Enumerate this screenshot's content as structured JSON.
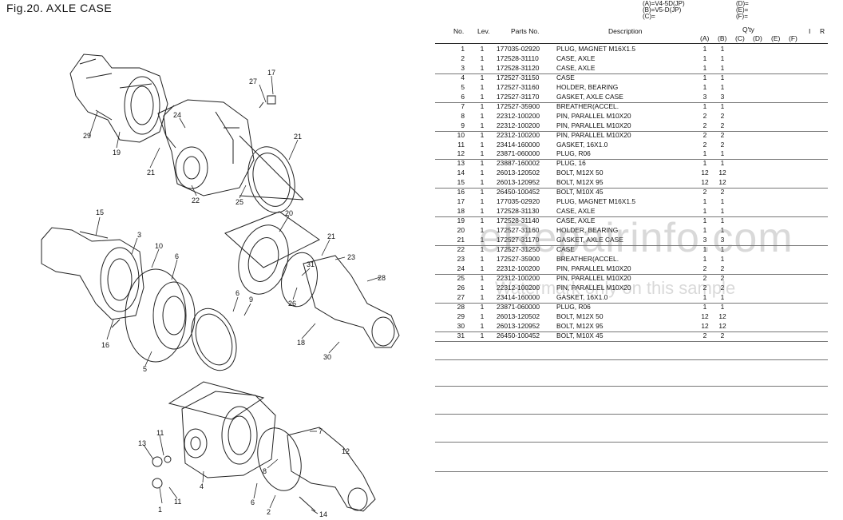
{
  "figure_title": "Fig.20.  AXLE CASE",
  "legend": {
    "left": [
      "(A)=V4-5D(JP)",
      "(B)=V5-D(JP)",
      "(C)="
    ],
    "right": [
      "(D)=",
      "(E)=",
      "(F)="
    ]
  },
  "columns": {
    "no": "No.",
    "lev": "Lev.",
    "parts_no": "Parts No.",
    "description": "Description",
    "qty": "Q'ty",
    "i": "I",
    "r": "R",
    "qty_cols": [
      "(A)",
      "(B)",
      "(C)",
      "(D)",
      "(E)",
      "(F)"
    ]
  },
  "parts": [
    {
      "no": "1",
      "lev": "1",
      "part": "177035-02920",
      "desc": "PLUG, MAGNET M16X1.5",
      "a": "1",
      "b": "1"
    },
    {
      "no": "2",
      "lev": "1",
      "part": "172528-31110",
      "desc": "CASE, AXLE",
      "a": "1",
      "b": "1"
    },
    {
      "no": "3",
      "lev": "1",
      "part": "172528-31120",
      "desc": "CASE, AXLE",
      "a": "1",
      "b": "1"
    },
    {
      "no": "4",
      "lev": "1",
      "part": "172527-31150",
      "desc": "CASE",
      "a": "1",
      "b": "1"
    },
    {
      "no": "5",
      "lev": "1",
      "part": "172527-31160",
      "desc": "HOLDER, BEARING",
      "a": "1",
      "b": "1"
    },
    {
      "no": "6",
      "lev": "1",
      "part": "172527-31170",
      "desc": "GASKET, AXLE CASE",
      "a": "3",
      "b": "3"
    },
    {
      "no": "7",
      "lev": "1",
      "part": "172527-35900",
      "desc": "BREATHER(ACCEL.",
      "a": "1",
      "b": "1"
    },
    {
      "no": "8",
      "lev": "1",
      "part": "22312-100200",
      "desc": "PIN, PARALLEL M10X20",
      "a": "2",
      "b": "2"
    },
    {
      "no": "9",
      "lev": "1",
      "part": "22312-100200",
      "desc": "PIN, PARALLEL M10X20",
      "a": "2",
      "b": "2"
    },
    {
      "no": "10",
      "lev": "1",
      "part": "22312-100200",
      "desc": "PIN, PARALLEL M10X20",
      "a": "2",
      "b": "2"
    },
    {
      "no": "11",
      "lev": "1",
      "part": "23414-160000",
      "desc": "GASKET, 16X1.0",
      "a": "2",
      "b": "2"
    },
    {
      "no": "12",
      "lev": "1",
      "part": "23871-060000",
      "desc": "PLUG, R06",
      "a": "1",
      "b": "1"
    },
    {
      "no": "13",
      "lev": "1",
      "part": "23887-160002",
      "desc": "PLUG, 16",
      "a": "1",
      "b": "1"
    },
    {
      "no": "14",
      "lev": "1",
      "part": "26013-120502",
      "desc": "BOLT, M12X 50",
      "a": "12",
      "b": "12"
    },
    {
      "no": "15",
      "lev": "1",
      "part": "26013-120952",
      "desc": "BOLT, M12X 95",
      "a": "12",
      "b": "12"
    },
    {
      "no": "16",
      "lev": "1",
      "part": "26450-100452",
      "desc": "BOLT, M10X 45",
      "a": "2",
      "b": "2"
    },
    {
      "no": "17",
      "lev": "1",
      "part": "177035-02920",
      "desc": "PLUG, MAGNET M16X1.5",
      "a": "1",
      "b": "1"
    },
    {
      "no": "18",
      "lev": "1",
      "part": "172528-31130",
      "desc": "CASE, AXLE",
      "a": "1",
      "b": "1"
    },
    {
      "no": "19",
      "lev": "1",
      "part": "172528-31140",
      "desc": "CASE, AXLE",
      "a": "1",
      "b": "1"
    },
    {
      "no": "20",
      "lev": "1",
      "part": "172527-31160",
      "desc": "HOLDER, BEARING",
      "a": "1",
      "b": "1"
    },
    {
      "no": "21",
      "lev": "1",
      "part": "172527-31170",
      "desc": "GASKET, AXLE CASE",
      "a": "3",
      "b": "3"
    },
    {
      "no": "22",
      "lev": "1",
      "part": "172527-31250",
      "desc": "CASE",
      "a": "1",
      "b": "1"
    },
    {
      "no": "23",
      "lev": "1",
      "part": "172527-35900",
      "desc": "BREATHER(ACCEL.",
      "a": "1",
      "b": "1"
    },
    {
      "no": "24",
      "lev": "1",
      "part": "22312-100200",
      "desc": "PIN, PARALLEL M10X20",
      "a": "2",
      "b": "2"
    },
    {
      "no": "25",
      "lev": "1",
      "part": "22312-100200",
      "desc": "PIN, PARALLEL M10X20",
      "a": "2",
      "b": "2"
    },
    {
      "no": "26",
      "lev": "1",
      "part": "22312-100200",
      "desc": "PIN, PARALLEL M10X20",
      "a": "2",
      "b": "2"
    },
    {
      "no": "27",
      "lev": "1",
      "part": "23414-160000",
      "desc": "GASKET, 16X1.0",
      "a": "1",
      "b": "1"
    },
    {
      "no": "28",
      "lev": "1",
      "part": "23871-060000",
      "desc": "PLUG, R06",
      "a": "1",
      "b": "1"
    },
    {
      "no": "29",
      "lev": "1",
      "part": "26013-120502",
      "desc": "BOLT, M12X 50",
      "a": "12",
      "b": "12"
    },
    {
      "no": "30",
      "lev": "1",
      "part": "26013-120952",
      "desc": "BOLT, M12X 95",
      "a": "12",
      "b": "12"
    },
    {
      "no": "31",
      "lev": "1",
      "part": "26450-100452",
      "desc": "BOLT, M10X 45",
      "a": "2",
      "b": "2"
    }
  ],
  "watermark": {
    "main": "eRepairinfo.com",
    "sub": "Watermark only on this sample"
  },
  "callouts": [
    "1",
    "2",
    "3",
    "4",
    "5",
    "6",
    "7",
    "8",
    "9",
    "10",
    "11",
    "12",
    "13",
    "14",
    "15",
    "16",
    "17",
    "18",
    "19",
    "20",
    "21",
    "22",
    "23",
    "24",
    "25",
    "26",
    "27",
    "28",
    "29",
    "30",
    "31"
  ]
}
